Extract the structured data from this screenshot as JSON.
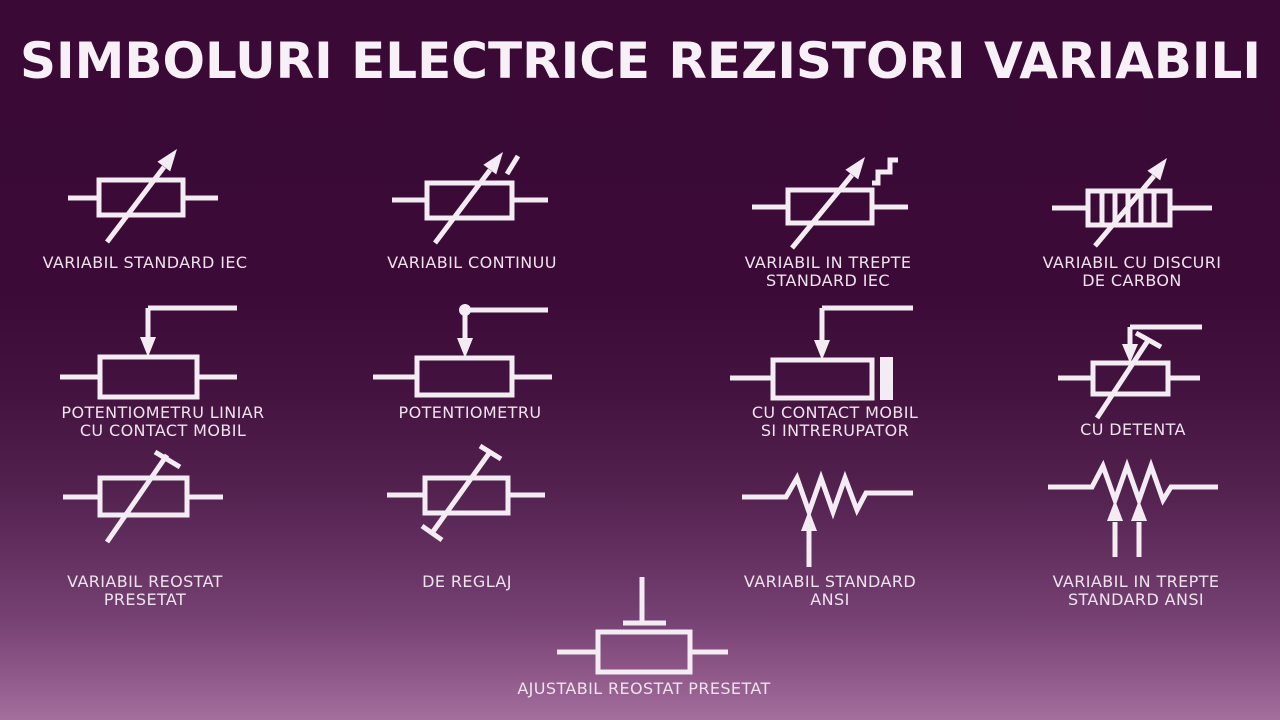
{
  "title": {
    "words": [
      "SIMBOLURI",
      "ELECTRICE",
      "REZISTORI",
      "VARIABILI"
    ]
  },
  "colors": {
    "background_top": "#3a0935",
    "background_bottom": "#a36f9d",
    "symbol_stroke": "#f3ecf3",
    "label_text": "#eee3ed",
    "title_text": "#f7f0f6"
  },
  "symbols": [
    {
      "name": "variabil-standard-iec",
      "label_line1": "VARIABIL STANDARD IEC",
      "label_line2": ""
    },
    {
      "name": "variabil-continuu",
      "label_line1": "VARIABIL CONTINUU",
      "label_line2": ""
    },
    {
      "name": "variabil-in-trepte-standard-iec",
      "label_line1": "VARIABIL IN TREPTE",
      "label_line2": "STANDARD IEC"
    },
    {
      "name": "variabil-cu-discuri-de-carbon",
      "label_line1": "VARIABIL CU DISCURI",
      "label_line2": "DE CARBON"
    },
    {
      "name": "potentiometru-liniar-cu-contact-mobil",
      "label_line1": "POTENTIOMETRU LINIAR",
      "label_line2": "CU CONTACT MOBIL"
    },
    {
      "name": "potentiometru",
      "label_line1": "POTENTIOMETRU",
      "label_line2": ""
    },
    {
      "name": "cu-contact-mobil-si-intrerupator",
      "label_line1": "CU CONTACT MOBIL",
      "label_line2": "SI INTRERUPATOR"
    },
    {
      "name": "cu-detenta",
      "label_line1": "CU DETENTA",
      "label_line2": ""
    },
    {
      "name": "variabil-reostat-presetat",
      "label_line1": "VARIABIL REOSTAT",
      "label_line2": "PRESETAT"
    },
    {
      "name": "de-reglaj",
      "label_line1": "DE REGLAJ",
      "label_line2": ""
    },
    {
      "name": "variabil-standard-ansi",
      "label_line1": "VARIABIL STANDARD",
      "label_line2": "ANSI"
    },
    {
      "name": "variabil-in-trepte-standard-ansi",
      "label_line1": "VARIABIL IN TREPTE",
      "label_line2": "STANDARD ANSI"
    },
    {
      "name": "ajustabil-reostat-presetat",
      "label_line1": "AJUSTABIL REOSTAT PRESETAT",
      "label_line2": ""
    }
  ]
}
